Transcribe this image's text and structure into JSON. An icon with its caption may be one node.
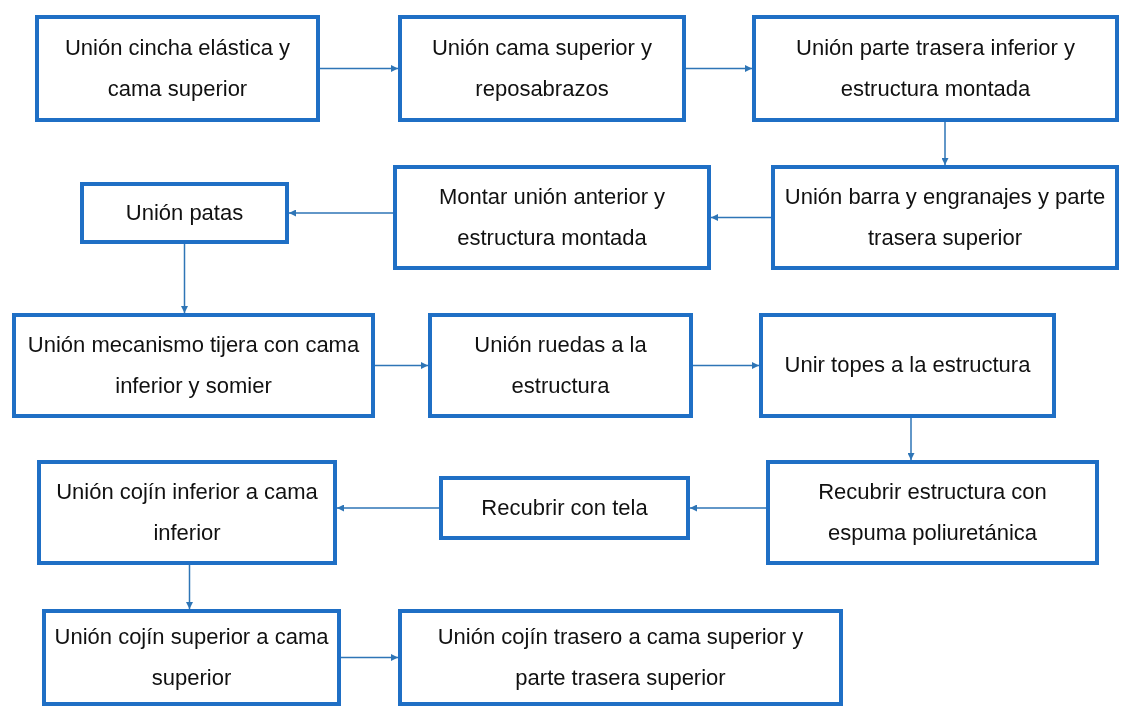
{
  "diagram": {
    "nodes": [
      {
        "text": [
          "Unión cincha elástica y cama superior"
        ]
      },
      {
        "text": [
          "Unión cama superior y reposabrazos"
        ]
      },
      {
        "text": [
          "Unión parte trasera inferior y estructura montada"
        ]
      },
      {
        "text": [
          "Unión barra y engranajes y parte trasera superior"
        ]
      },
      {
        "text": [
          "Montar unión anterior y estructura montada"
        ]
      },
      {
        "text": [
          "Unión patas"
        ]
      },
      {
        "text": [
          "Unión mecanismo tijera con cama inferior y somier"
        ]
      },
      {
        "text": [
          "Unión ruedas a la estructura"
        ]
      },
      {
        "text": [
          "Unir topes a la estructura"
        ]
      },
      {
        "text": [
          "Recubrir estructura con espuma poliuretánica"
        ]
      },
      {
        "text": [
          "Recubrir con tela"
        ]
      },
      {
        "text": [
          "Unión cojín inferior a cama inferior"
        ]
      },
      {
        "text": [
          "Unión cojín superior a cama superior"
        ]
      },
      {
        "text": [
          "Unión cojín trasero a cama superior y parte trasera superior"
        ]
      }
    ],
    "edges": [
      {
        "from": 0,
        "to": 1,
        "arrow": "to"
      },
      {
        "from": 1,
        "to": 2,
        "arrow": "to"
      },
      {
        "from": 2,
        "to": 3,
        "arrow": "to"
      },
      {
        "from": 3,
        "to": 4,
        "arrow": "to"
      },
      {
        "from": 4,
        "to": 5,
        "arrow": "to"
      },
      {
        "from": 5,
        "to": 6,
        "arrow": "to"
      },
      {
        "from": 6,
        "to": 7,
        "arrow": "to"
      },
      {
        "from": 7,
        "to": 8,
        "arrow": "to"
      },
      {
        "from": 8,
        "to": 9,
        "arrow": "to"
      },
      {
        "from": 9,
        "to": 10,
        "arrow": "to"
      },
      {
        "from": 10,
        "to": 11,
        "arrow": "to"
      },
      {
        "from": 11,
        "to": 12,
        "arrow": "to"
      },
      {
        "from": 12,
        "to": 13,
        "arrow": "to"
      }
    ]
  }
}
